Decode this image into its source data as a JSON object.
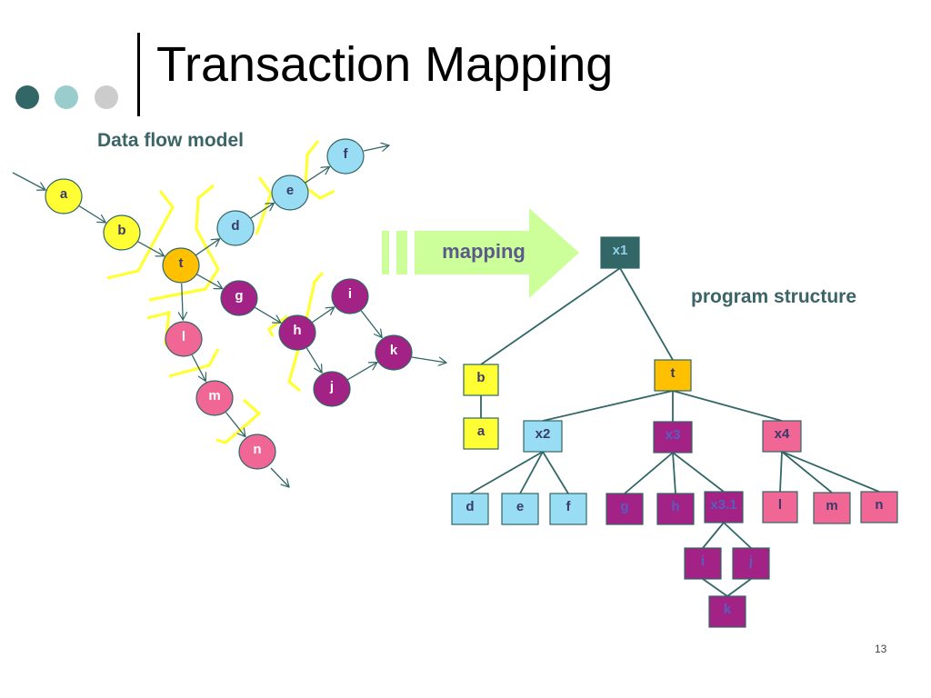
{
  "title": "Transaction Mapping",
  "labels": {
    "data_flow_model": "Data flow model",
    "program_structure": "program structure",
    "mapping": "mapping",
    "page_number": "13"
  },
  "colors": {
    "yellow": "#ffff33",
    "orange": "#ffc000",
    "blue": "#99ddf5",
    "purple": "#a22385",
    "pink": "#f06694",
    "dark_teal": "#336666",
    "bracket": "#ffff33",
    "arrow_fill": "#ccff99",
    "line": "#336666"
  },
  "decor_dots": [
    "#336666",
    "#99cccc",
    "#cccccc"
  ],
  "dfd_nodes": [
    {
      "id": "a",
      "label": "a",
      "color": "yellow"
    },
    {
      "id": "b",
      "label": "b",
      "color": "yellow"
    },
    {
      "id": "t",
      "label": "t",
      "color": "orange"
    },
    {
      "id": "d",
      "label": "d",
      "color": "blue"
    },
    {
      "id": "e",
      "label": "e",
      "color": "blue"
    },
    {
      "id": "f",
      "label": "f",
      "color": "blue"
    },
    {
      "id": "g",
      "label": "g",
      "color": "purple"
    },
    {
      "id": "h",
      "label": "h",
      "color": "purple"
    },
    {
      "id": "i",
      "label": "i",
      "color": "purple"
    },
    {
      "id": "j",
      "label": "j",
      "color": "purple"
    },
    {
      "id": "k",
      "label": "k",
      "color": "purple"
    },
    {
      "id": "l",
      "label": "l",
      "color": "pink"
    },
    {
      "id": "m",
      "label": "m",
      "color": "pink"
    },
    {
      "id": "n",
      "label": "n",
      "color": "pink"
    }
  ],
  "dfd_edges": [
    [
      "a",
      "b"
    ],
    [
      "b",
      "t"
    ],
    [
      "t",
      "d"
    ],
    [
      "d",
      "e"
    ],
    [
      "e",
      "f"
    ],
    [
      "t",
      "g"
    ],
    [
      "g",
      "h"
    ],
    [
      "h",
      "i"
    ],
    [
      "h",
      "j"
    ],
    [
      "i",
      "k"
    ],
    [
      "j",
      "k"
    ],
    [
      "t",
      "l"
    ],
    [
      "l",
      "m"
    ],
    [
      "m",
      "n"
    ]
  ],
  "tree_nodes": [
    {
      "id": "x1",
      "label": "x1",
      "color": "dark_teal"
    },
    {
      "id": "tb",
      "label": "b",
      "color": "yellow"
    },
    {
      "id": "ta",
      "label": "a",
      "color": "yellow"
    },
    {
      "id": "tt",
      "label": "t",
      "color": "orange"
    },
    {
      "id": "x2",
      "label": "x2",
      "color": "blue"
    },
    {
      "id": "x3",
      "label": "x3",
      "color": "purple"
    },
    {
      "id": "x4",
      "label": "x4",
      "color": "pink"
    },
    {
      "id": "td",
      "label": "d",
      "color": "blue"
    },
    {
      "id": "te",
      "label": "e",
      "color": "blue"
    },
    {
      "id": "tf",
      "label": "f",
      "color": "blue"
    },
    {
      "id": "tg",
      "label": "g",
      "color": "purple"
    },
    {
      "id": "th",
      "label": "h",
      "color": "purple"
    },
    {
      "id": "x31",
      "label": "x3.1",
      "color": "purple"
    },
    {
      "id": "tl",
      "label": "l",
      "color": "pink"
    },
    {
      "id": "tm",
      "label": "m",
      "color": "pink"
    },
    {
      "id": "tn",
      "label": "n",
      "color": "pink"
    },
    {
      "id": "ti",
      "label": "i",
      "color": "purple"
    },
    {
      "id": "tj",
      "label": "j",
      "color": "purple"
    },
    {
      "id": "tk",
      "label": "k",
      "color": "purple"
    }
  ],
  "tree_edges": [
    [
      "x1",
      "tb"
    ],
    [
      "x1",
      "tt"
    ],
    [
      "tb",
      "ta"
    ],
    [
      "tt",
      "x2"
    ],
    [
      "tt",
      "x3"
    ],
    [
      "tt",
      "x4"
    ],
    [
      "x2",
      "td"
    ],
    [
      "x2",
      "te"
    ],
    [
      "x2",
      "tf"
    ],
    [
      "x3",
      "tg"
    ],
    [
      "x3",
      "th"
    ],
    [
      "x3",
      "x31"
    ],
    [
      "x4",
      "tl"
    ],
    [
      "x4",
      "tm"
    ],
    [
      "x4",
      "tn"
    ],
    [
      "x31",
      "ti"
    ],
    [
      "x31",
      "tj"
    ],
    [
      "ti",
      "tk"
    ],
    [
      "tj",
      "tk"
    ]
  ]
}
